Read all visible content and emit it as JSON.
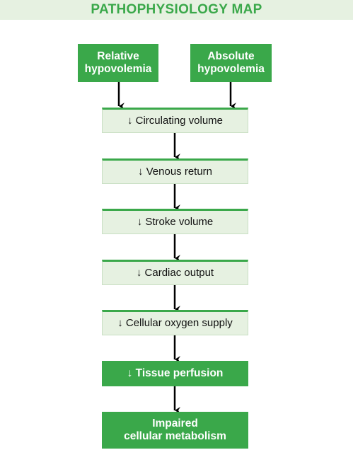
{
  "title": "PATHOPHYSIOLOGY MAP",
  "causes": [
    {
      "label": "Relative\nhypovolemia"
    },
    {
      "label": "Absolute\nhypovolemia"
    }
  ],
  "steps": [
    {
      "label": "↓ Circulating volume"
    },
    {
      "label": "↓ Venous return"
    },
    {
      "label": "↓ Stroke volume"
    },
    {
      "label": "↓ Cardiac output"
    },
    {
      "label": "↓ Cellular oxygen supply"
    },
    {
      "label": "↓ Tissue perfusion"
    }
  ],
  "outcome": {
    "label": "Impaired\ncellular metabolism"
  },
  "colors": {
    "accent": "#3aa84a",
    "light_fill": "#e6f1e1",
    "arrow": "#000000"
  }
}
